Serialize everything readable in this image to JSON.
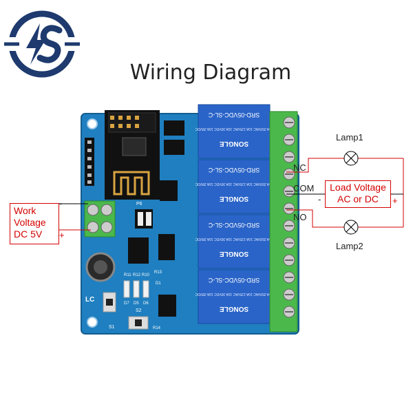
{
  "title": "Wiring Diagram",
  "logo": {
    "icon": "ls-lightning-logo-icon",
    "color": "#1e3a6e"
  },
  "power": {
    "line1": "Work",
    "line2": "Voltage",
    "line3": "DC 5V",
    "neg": "-",
    "pos": "+"
  },
  "load": {
    "line1": "Load Voltage",
    "line2": "AC or DC",
    "neg": "-",
    "pos": "+"
  },
  "terminals": {
    "nc": "NC",
    "com": "COM",
    "no": "NO"
  },
  "lamps": {
    "lamp1": "Lamp1",
    "lamp2": "Lamp2"
  },
  "board": {
    "relay_top": "SRD-05VDC-SL-C",
    "relay_brand": "SONGLE",
    "relay_spec": "10A 250VAC 10A 125VAC 10A 30VDC 10A 28VDC",
    "silk_lc": "LC",
    "silk_s1": "S1",
    "silk_s2": "S2",
    "silk_p6": "P6",
    "silk_r11": "R11",
    "silk_r12": "R12",
    "silk_r10": "R10",
    "silk_d7": "D7",
    "silk_d5": "D5",
    "silk_d6": "D6",
    "silk_d1": "D1",
    "silk_r13": "R13",
    "silk_r14": "R14"
  },
  "colors": {
    "pcb": "#1f7fc0",
    "relay": "#2a64c8",
    "terminal": "#4bb84b",
    "wire_red": "#d40000",
    "logo": "#1e3a6e"
  }
}
